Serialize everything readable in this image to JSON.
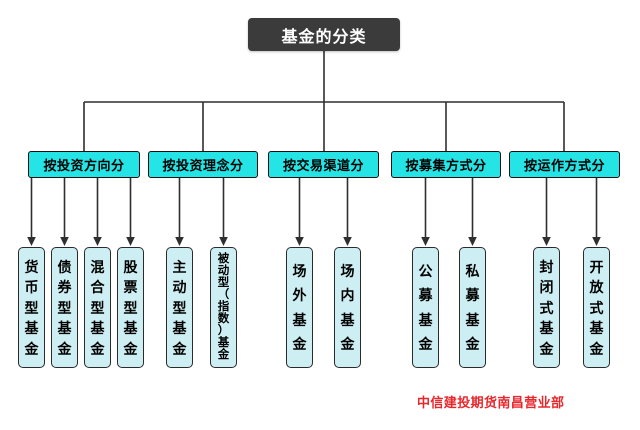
{
  "diagram": {
    "title": "基金的分类",
    "categories": [
      {
        "label": "按投资方向分",
        "children": [
          "货币型基金",
          "债券型基金",
          "混合型基金",
          "股票型基金"
        ]
      },
      {
        "label": "按投资理念分",
        "children": [
          "主动型基金",
          "被动型（指数）基金"
        ]
      },
      {
        "label": "按交易渠道分",
        "children": [
          "场外基金",
          "场内基金"
        ]
      },
      {
        "label": "按募集方式分",
        "children": [
          "公募基金",
          "私募基金"
        ]
      },
      {
        "label": "按运作方式分",
        "children": [
          "封闭式基金",
          "开放式基金"
        ]
      }
    ]
  },
  "footer": {
    "watermark": "中信建投期货南昌营业部"
  },
  "colors": {
    "root_node_bg": "#3b3b3b",
    "category_node_bg": "#24e4e6",
    "leaf_node_bg": "#cdeff3",
    "connector_line": "#2f2f2f",
    "watermark_text": "#e8272c"
  }
}
